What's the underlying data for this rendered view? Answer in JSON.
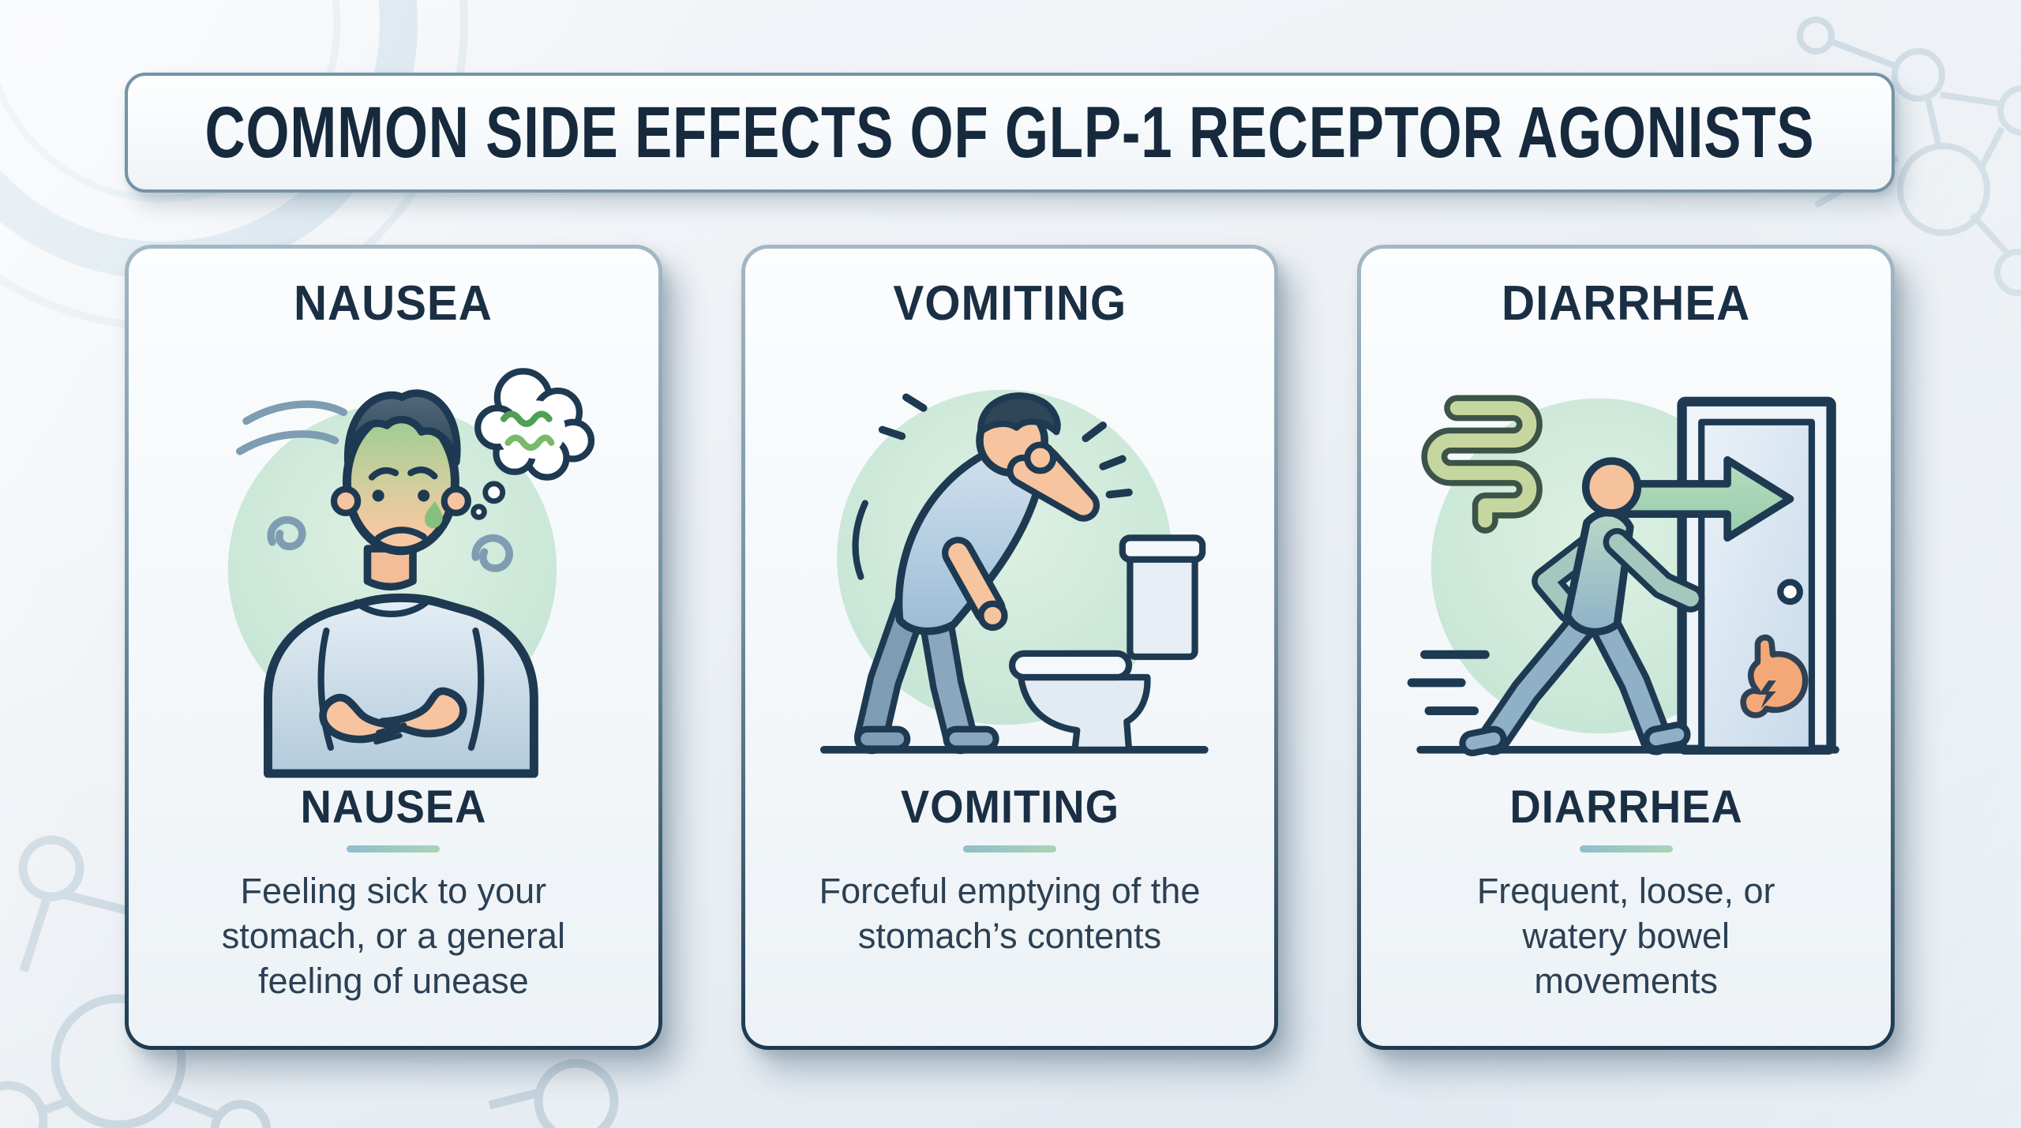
{
  "header": {
    "title": "COMMON SIDE EFFECTS OF GLP-1 RECEPTOR AGONISTS"
  },
  "cards": [
    {
      "id": "nausea",
      "top_title": "NAUSEA",
      "heading": "NAUSEA",
      "description": "Feeling sick to your stomach, or a general feeling of unease",
      "illustration": "nauseated-person-with-thought-bubble"
    },
    {
      "id": "vomiting",
      "top_title": "VOMITING",
      "heading": "VOMITING",
      "description": "Forceful emptying of the stomach’s contents",
      "illustration": "person-vomiting-into-toilet"
    },
    {
      "id": "diarrhea",
      "top_title": "DIARRHEA",
      "heading": "DIARRHEA",
      "description": "Frequent, loose, or watery bowel movements",
      "illustration": "person-rushing-to-bathroom-door"
    }
  ],
  "colors": {
    "outline_navy": "#1e3a52",
    "title_navy": "#16293d",
    "body_text": "#2c4054",
    "divider_teal": "#8fbecb",
    "divider_green": "#a9d4b6",
    "card_border_top": "#a3b8c5",
    "card_border_bottom": "#1d3950",
    "illustration_circle_green": "#cfe9d9",
    "skin_peach": "#f6c49e",
    "clothing_blue": "#bcd3e6",
    "arrow_green": "#a9d6b5",
    "stomach_orange": "#f4a878",
    "intestines_green": "#c6d69f"
  }
}
